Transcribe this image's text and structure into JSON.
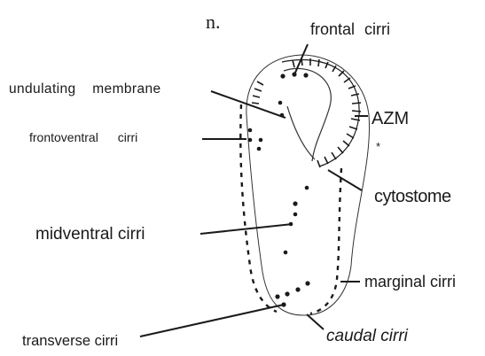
{
  "page_marker": "n.",
  "stray_mark": "*",
  "labels": {
    "frontal_cirri": "frontal cirri",
    "undulating_membrane": "undulating membrane",
    "azm": "AZM",
    "frontoventral_cirri": "frontoventral cirri",
    "cytostome": "cytostome",
    "midventral_cirri": "midventral cirri",
    "marginal_cirri": "marginal cirri",
    "transverse_cirri": "transverse cirri",
    "caudal_cirri": "caudal cirri"
  },
  "colors": {
    "ink": "#1a1a1a",
    "background": "#ffffff"
  }
}
